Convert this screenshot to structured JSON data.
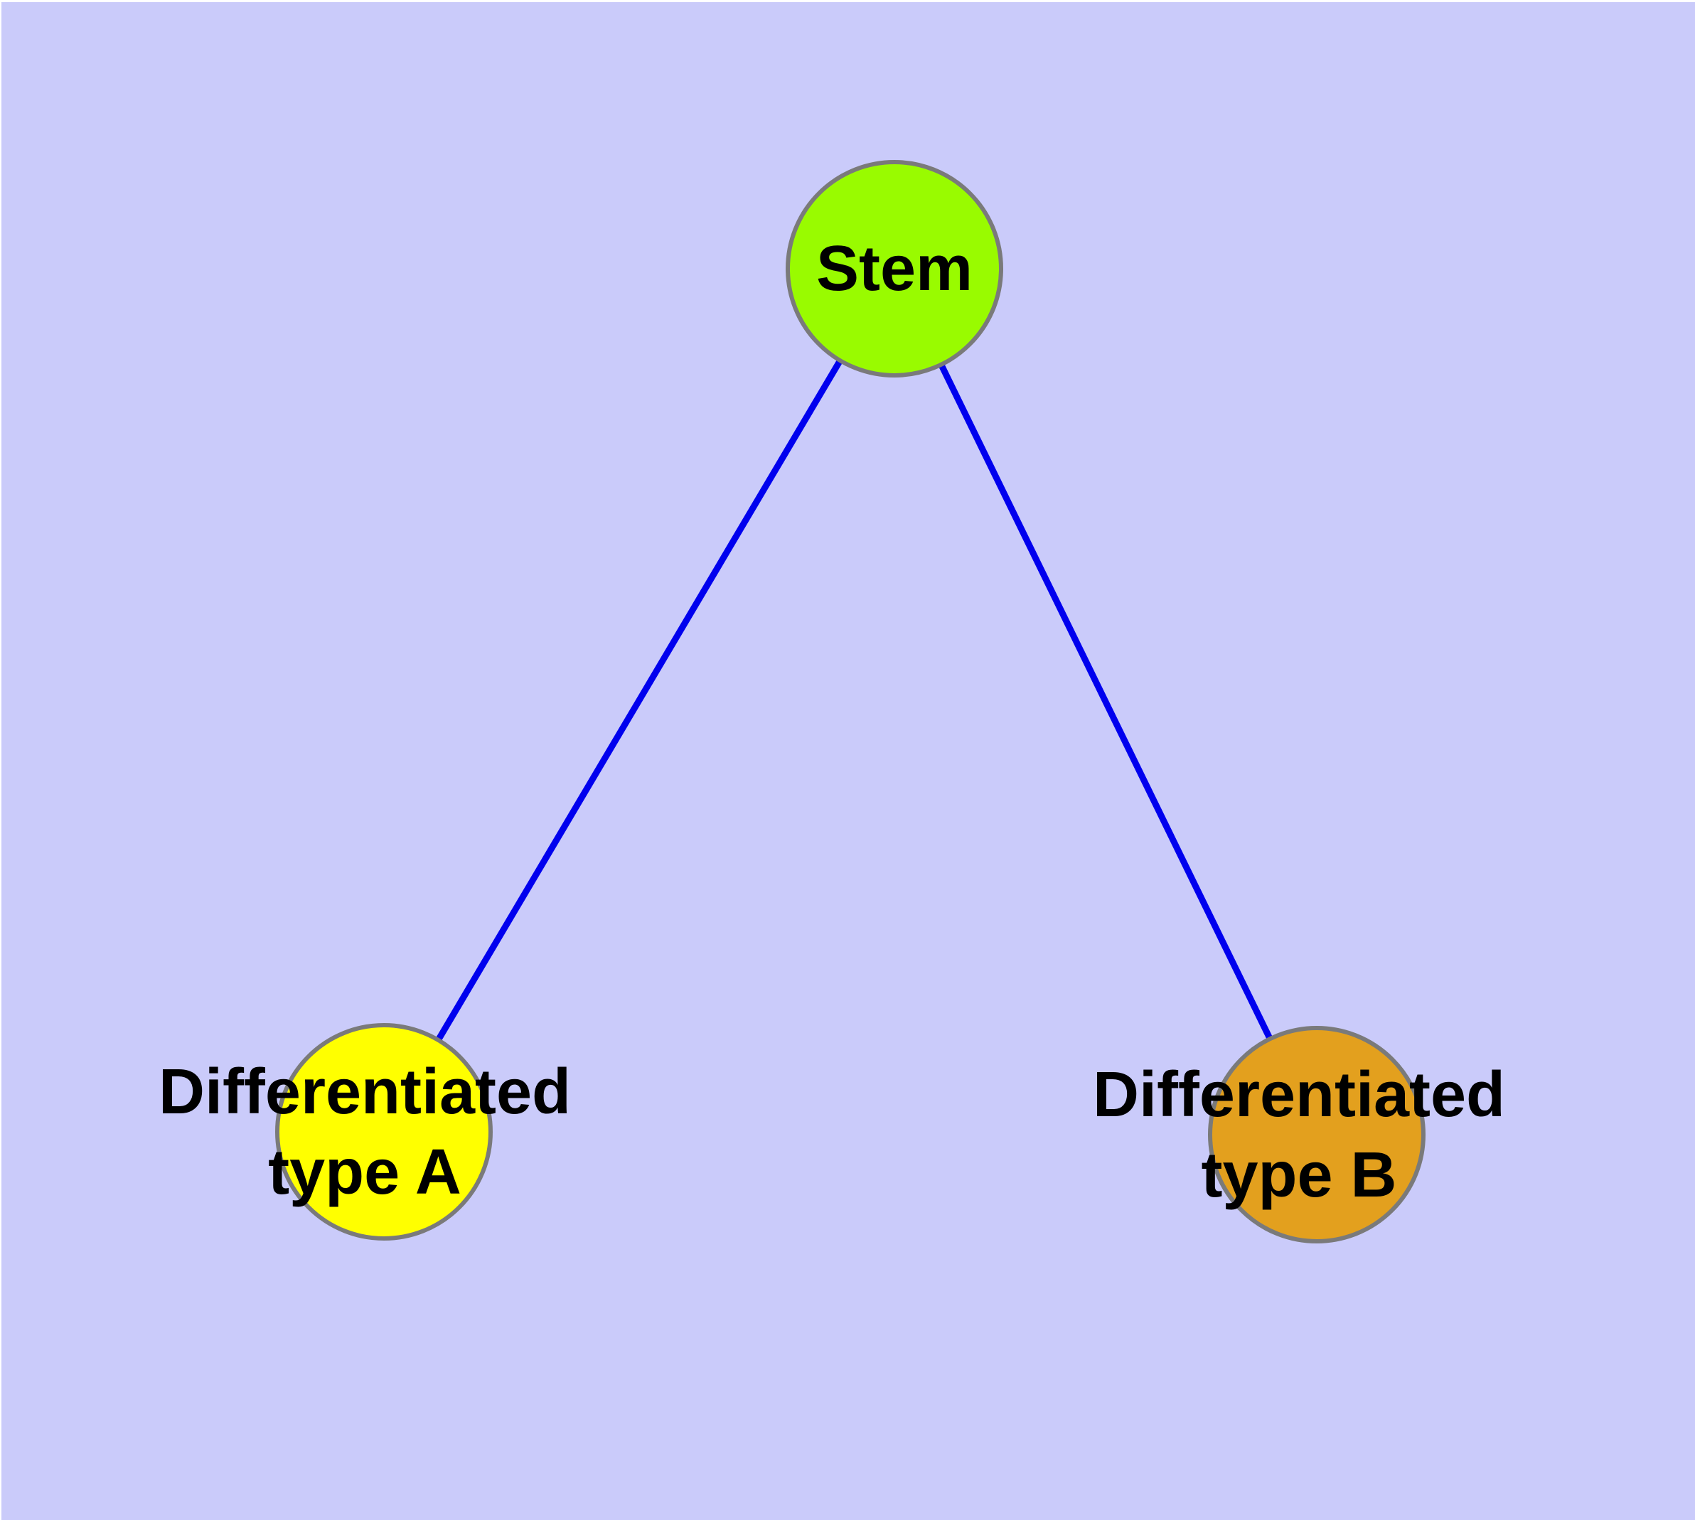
{
  "canvas": {
    "background_color": "#CACBFA",
    "margin_color": "#FFFFFF"
  },
  "edges": {
    "color": "#0000EE",
    "items": [
      {
        "from": "stem",
        "to": "type_a"
      },
      {
        "from": "stem",
        "to": "type_b"
      }
    ]
  },
  "nodes": {
    "border_color": "#7A7A7A",
    "label_color": "#000000",
    "stem": {
      "label": "Stem",
      "fill": "#99FB00"
    },
    "type_a": {
      "label_line1": "Differentiated",
      "label_line2": "type A",
      "fill": "#FFFF00"
    },
    "type_b": {
      "label_line1": "Differentiated",
      "label_line2": "type B",
      "fill": "#E3A01E"
    }
  }
}
